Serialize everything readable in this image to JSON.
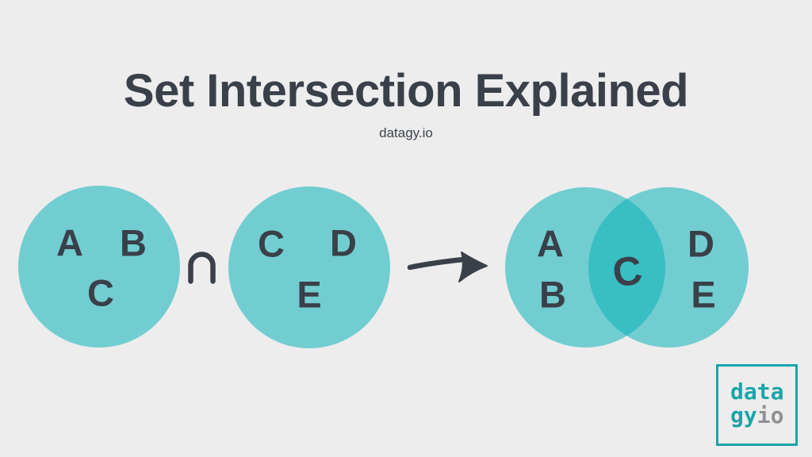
{
  "colors": {
    "background": "#EDEDED",
    "ink": "#394049",
    "circle_fill": "rgba(10,177,185,0.54)",
    "overlap_rendered": "#3ABDC4",
    "single_rendered": "#72CCD1",
    "logo_teal": "#1AA5A9",
    "logo_gray": "#8F9194"
  },
  "header": {
    "title": "Set Intersection Explained",
    "subtitle": "datagy.io"
  },
  "expression": {
    "set_a": [
      "A",
      "B",
      "C"
    ],
    "operator": "∩",
    "set_b": [
      "C",
      "D",
      "E"
    ]
  },
  "result_venn": {
    "left_top": "A",
    "left_bottom": "B",
    "intersection": "C",
    "right_top": "D",
    "right_bottom": "E"
  },
  "icons": {
    "operator": "intersection-operator-icon",
    "arrow": "arrow-right-icon"
  },
  "logo": {
    "line1": "data",
    "line2_accent": "gy",
    "line2_muted": "io"
  }
}
